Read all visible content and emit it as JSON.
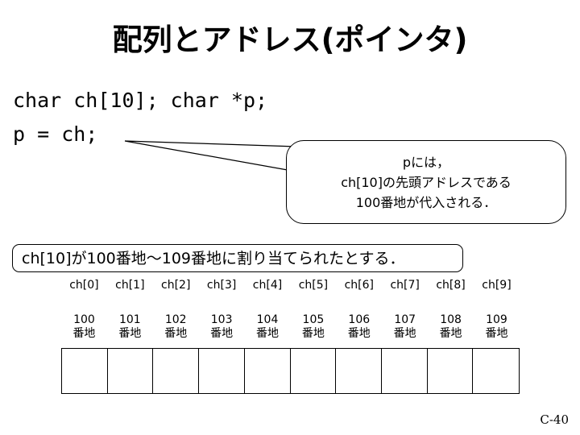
{
  "slide": {
    "title": "配列とアドレス(ポインタ)",
    "page_number": "C-40"
  },
  "code": {
    "line1": "char ch[10]; char *p;",
    "line2": "p = ch;"
  },
  "callout": {
    "line1": "pには，",
    "line2": "ch[10]の先頭アドレスである",
    "line3": "100番地が代入される．"
  },
  "assumption": {
    "text": "ch[10]が100番地～109番地に割り当てられたとする．"
  },
  "memory": {
    "address_unit": "番地",
    "cells": [
      {
        "index_label": "ch[0]",
        "address": "100",
        "value": ""
      },
      {
        "index_label": "ch[1]",
        "address": "101",
        "value": ""
      },
      {
        "index_label": "ch[2]",
        "address": "102",
        "value": ""
      },
      {
        "index_label": "ch[3]",
        "address": "103",
        "value": ""
      },
      {
        "index_label": "ch[4]",
        "address": "104",
        "value": ""
      },
      {
        "index_label": "ch[5]",
        "address": "105",
        "value": ""
      },
      {
        "index_label": "ch[6]",
        "address": "106",
        "value": ""
      },
      {
        "index_label": "ch[7]",
        "address": "107",
        "value": ""
      },
      {
        "index_label": "ch[8]",
        "address": "108",
        "value": ""
      },
      {
        "index_label": "ch[9]",
        "address": "109",
        "value": ""
      }
    ]
  },
  "colors": {
    "background": "#ffffff",
    "foreground": "#000000"
  }
}
